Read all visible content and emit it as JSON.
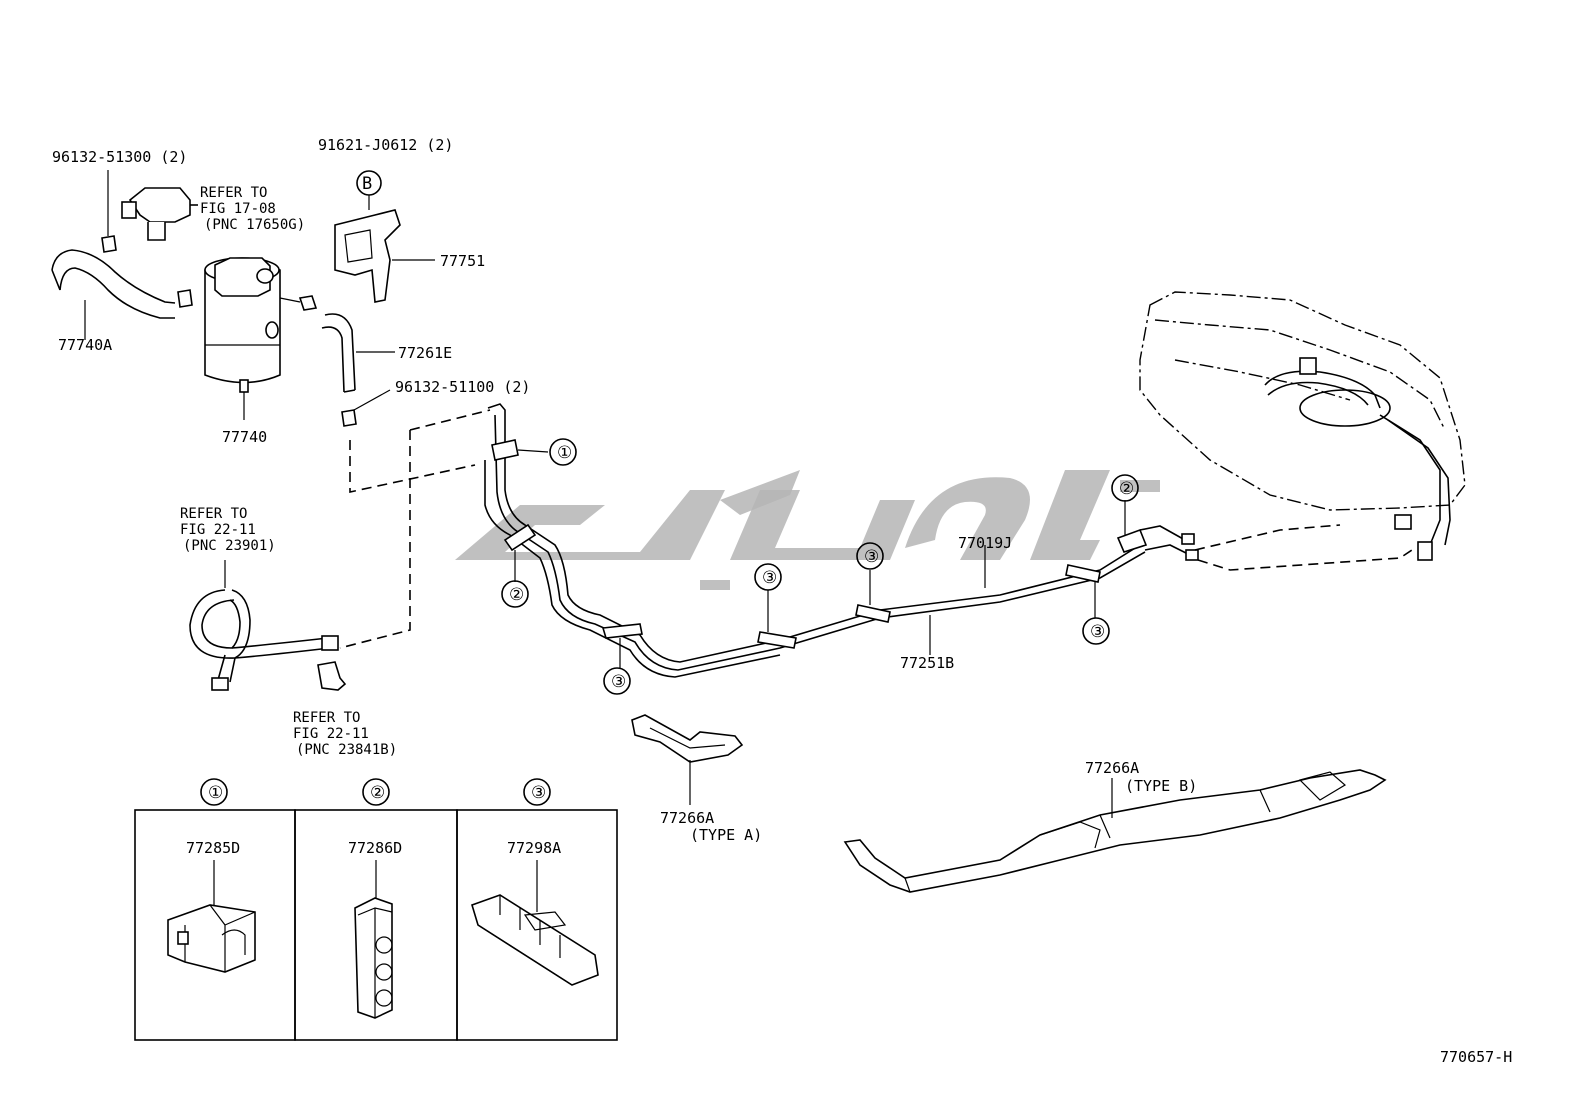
{
  "callouts": {
    "c1": "①",
    "c2": "②",
    "c3": "③",
    "cB": "B"
  },
  "labels": {
    "p96132_51300": "96132-51300 (2)",
    "refer1_l1": "REFER TO",
    "refer1_l2": "FIG 17-08",
    "refer1_l3": "(PNC 17650G)",
    "p91621_j0612": "91621-J0612 (2)",
    "p77751": "77751",
    "p77740a": "77740A",
    "p77740": "77740",
    "p77261e": "77261E",
    "p96132_51100": "96132-51100 (2)",
    "refer2_l1": "REFER TO",
    "refer2_l2": "FIG 22-11",
    "refer2_l3": "(PNC 23901)",
    "refer3_l1": "REFER TO",
    "refer3_l2": "FIG 22-11",
    "refer3_l3": "(PNC 23841B)",
    "p77019j": "77019J",
    "p77251b": "77251B",
    "p77266a_a": "77266A",
    "type_a": "(TYPE A)",
    "p77266a_b": "77266A",
    "type_b": "(TYPE B)",
    "p77285d": "77285D",
    "p77286d": "77286D",
    "p77298a": "77298A",
    "figure_code": "770657-H"
  },
  "colors": {
    "line": "#000000",
    "watermark": "#b5b5b5",
    "background": "#ffffff"
  }
}
